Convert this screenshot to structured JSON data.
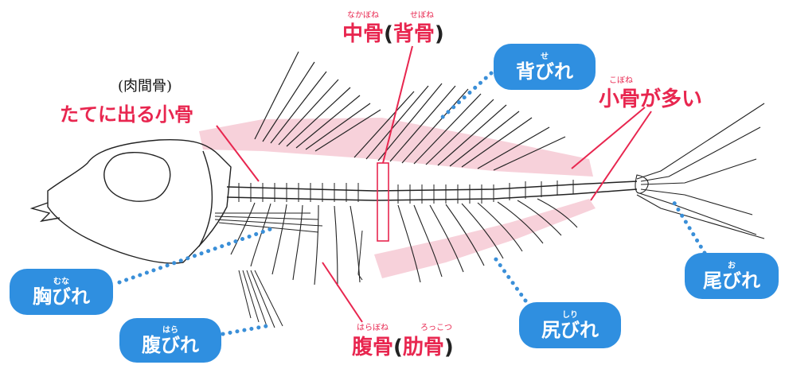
{
  "labels": {
    "nakabone": {
      "ruby_main": "なかぼね",
      "main": "中骨",
      "open": "(",
      "ruby_alt": "せぼね",
      "alt": "背骨",
      "close": ")"
    },
    "tate_kobone": {
      "note": "(肉間骨)",
      "text": "たてに出る小骨"
    },
    "kobone_ooi": {
      "ruby": "こぼね",
      "text": "小骨が多い"
    },
    "harabone": {
      "ruby_main": "はらぼね",
      "main": "腹骨",
      "open": "(",
      "ruby_alt": "ろっこつ",
      "alt": "肋骨",
      "close": ")"
    }
  },
  "fins": {
    "dorsal": {
      "ruby": "せ",
      "text": "背びれ"
    },
    "pectoral": {
      "ruby": "むな",
      "text": "胸びれ"
    },
    "pelvic": {
      "ruby": "はら",
      "text": "腹びれ"
    },
    "anal": {
      "ruby": "しり",
      "text": "尻びれ"
    },
    "caudal": {
      "ruby": "お",
      "text": "尾びれ"
    }
  },
  "colors": {
    "accent_red": "#e8264f",
    "pill_blue": "#2f8fe0",
    "highlight_pink": "#f6c9d3",
    "dot_blue": "#3a8fd8"
  }
}
